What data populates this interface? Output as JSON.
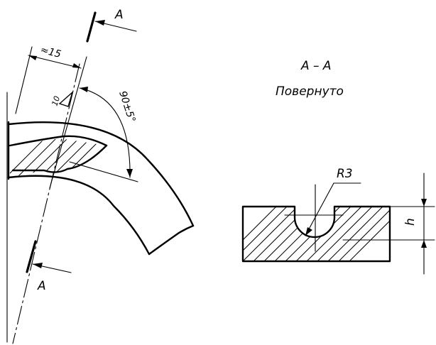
{
  "section_marks": {
    "top": "А",
    "bottom": "А"
  },
  "section_title": "А – А",
  "section_note": "Повернуто",
  "dimensions": {
    "width": "≈15",
    "angle": "90±5°",
    "radius": "R3",
    "depth": "h",
    "roughness": "10"
  }
}
